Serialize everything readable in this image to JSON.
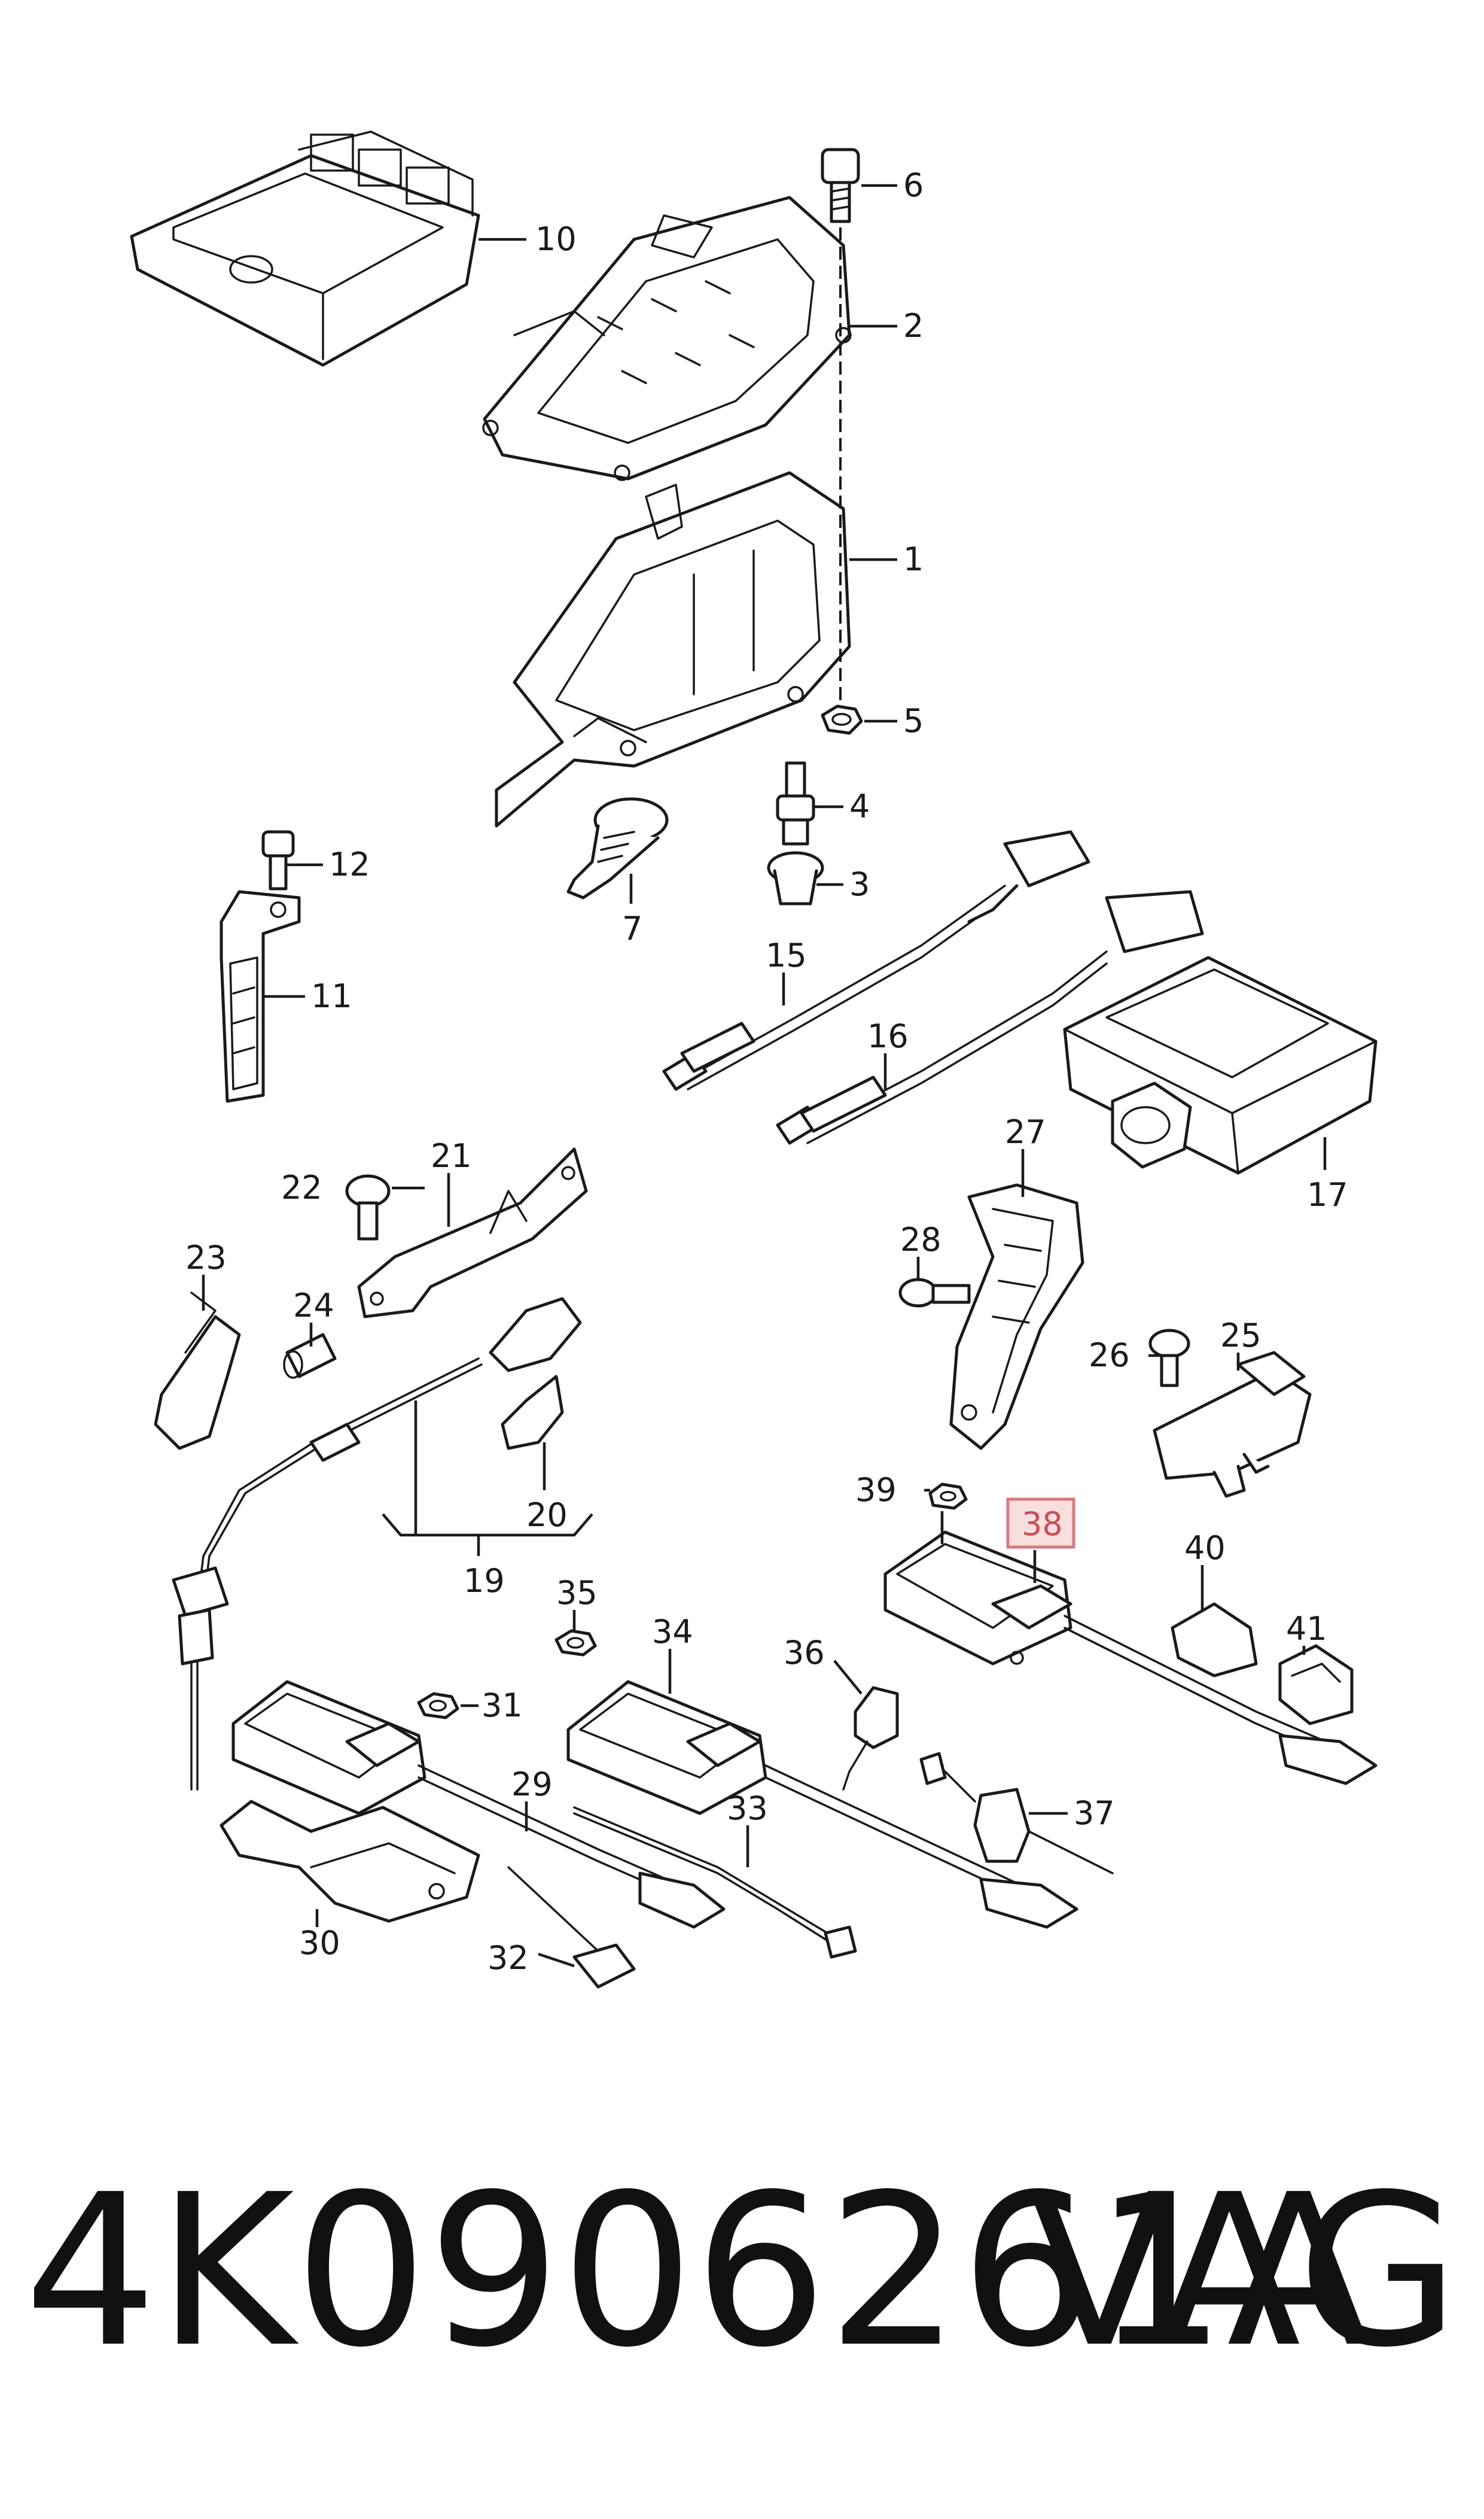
{
  "diagram": {
    "callouts": [
      "1",
      "2",
      "3",
      "4",
      "5",
      "6",
      "7",
      "10",
      "11",
      "12",
      "15",
      "16",
      "17",
      "19",
      "20",
      "21",
      "22",
      "23",
      "24",
      "25",
      "26",
      "27",
      "28",
      "29",
      "30",
      "31",
      "32",
      "33",
      "34",
      "35",
      "36",
      "37",
      "38",
      "39",
      "40",
      "41"
    ],
    "highlighted_callout": "38",
    "highlight_color": "#f9dede",
    "highlight_border_color": "#d77a80"
  },
  "footer": {
    "part_number": "4K0906261A",
    "brand": "VAG"
  }
}
